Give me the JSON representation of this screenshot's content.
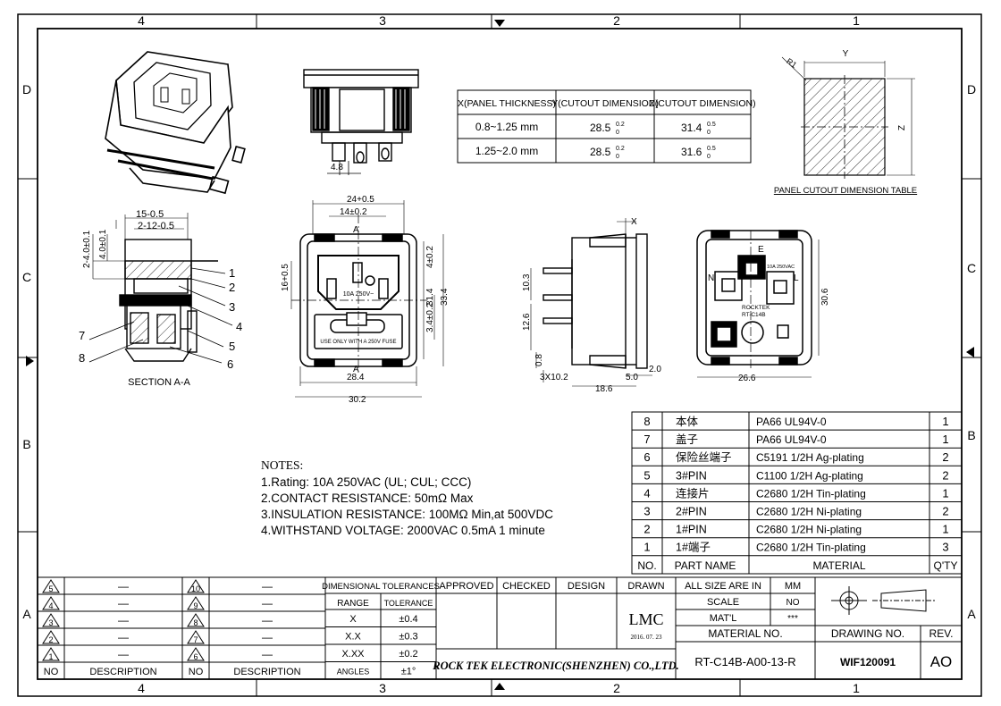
{
  "zones": {
    "top": [
      "4",
      "3",
      "2",
      "1"
    ],
    "bottom": [
      "4",
      "3",
      "2",
      "1"
    ],
    "left": [
      "D",
      "C",
      "B",
      "A"
    ],
    "right": [
      "D",
      "C",
      "B",
      "A"
    ]
  },
  "panel_table": {
    "headers": [
      "X(PANEL THICKNESS)",
      "Y(CUTOUT DIMENSION)",
      "Z(CUTOUT DIMENSION)"
    ],
    "rows": [
      {
        "x": "0.8~1.25 mm",
        "y": "28.5",
        "y_tol_up": "0.2",
        "y_tol_dn": "0",
        "z": "31.4",
        "z_tol_up": "0.5",
        "z_tol_dn": "0"
      },
      {
        "x": "1.25~2.0 mm",
        "y": "28.5",
        "y_tol_up": "0.2",
        "y_tol_dn": "0",
        "z": "31.6",
        "z_tol_up": "0.5",
        "z_tol_dn": "0"
      }
    ],
    "caption": "PANEL CUTOUT DIMENSION TABLE",
    "cutout_labels": {
      "radius": "R1",
      "y": "Y",
      "z": "Z"
    }
  },
  "views": {
    "top_view": {
      "dim": "4.8"
    },
    "section": {
      "title": "SECTION A-A",
      "dims": [
        "15-0.5",
        "2-12-0.5",
        "2-4.0±0.1",
        "4.0±0.1"
      ],
      "callouts": [
        "1",
        "2",
        "3",
        "4",
        "5",
        "6",
        "7",
        "8"
      ]
    },
    "front": {
      "dims": [
        "24+0.5",
        "14±0.2",
        "16+0.5",
        "4±0.2",
        "31.4",
        "33.4",
        "3.4±0.2",
        "28.4",
        "30.2"
      ],
      "section_mark": "A",
      "rating_label": "10A 250V~",
      "fuse_label": "USE ONLY WITH A 250V FUSE"
    },
    "side": {
      "dims": [
        "X",
        "10.3",
        "12.6",
        "0.8",
        "3X10.2",
        "18.6",
        "5.0",
        "2.0"
      ]
    },
    "rear": {
      "dims": [
        "30.6",
        "26.6"
      ],
      "labels": [
        "E",
        "N",
        "L",
        "ROCKTEK",
        "RT-C14B",
        "10A 250VAC"
      ]
    }
  },
  "notes": {
    "title": "NOTES:",
    "items": [
      "1.Rating: 10A 250VAC (UL; CUL; CCC)",
      "2.CONTACT RESISTANCE: 50mΩ  Max",
      "3.INSULATION RESISTANCE: 100MΩ  Min,at 500VDC",
      "4.WITHSTAND VOLTAGE: 2000VAC 0.5mA 1 minute"
    ]
  },
  "bom": {
    "rows": [
      {
        "no": "8",
        "name": "本体",
        "material": "PA66  UL94V-0",
        "qty": "1"
      },
      {
        "no": "7",
        "name": "盖子",
        "material": "PA66  UL94V-0",
        "qty": "1"
      },
      {
        "no": "6",
        "name": "保险丝端子",
        "material": "C5191 1/2H Ag-plating",
        "qty": "2"
      },
      {
        "no": "5",
        "name": "3#PIN",
        "material": "C1100 1/2H Ag-plating",
        "qty": "2"
      },
      {
        "no": "4",
        "name": "连接片",
        "material": "C2680 1/2H Tin-plating",
        "qty": "1"
      },
      {
        "no": "3",
        "name": "2#PIN",
        "material": "C2680 1/2H Ni-plating",
        "qty": "2"
      },
      {
        "no": "2",
        "name": "1#PIN",
        "material": "C2680 1/2H Ni-plating",
        "qty": "1"
      },
      {
        "no": "1",
        "name": "1#端子",
        "material": "C2680 1/2H Tin-plating",
        "qty": "3"
      }
    ],
    "header": {
      "no": "NO.",
      "name": "PART NAME",
      "material": "MATERIAL",
      "qty": "Q'TY"
    }
  },
  "revisions": {
    "left": [
      "5",
      "4",
      "3",
      "2",
      "1"
    ],
    "right": [
      "10",
      "9",
      "8",
      "7",
      "6"
    ],
    "mark": "—",
    "col_no": "NO",
    "col_desc": "DESCRIPTION"
  },
  "tolerances": {
    "title": "DIMENSIONAL TOLERANCES",
    "col_range": "RANGE",
    "col_tol": "TOLERANCE",
    "rows": [
      [
        "X",
        "±0.4"
      ],
      [
        "X.X",
        "±0.3"
      ],
      [
        "X.XX",
        "±0.2"
      ],
      [
        "ANGLES",
        "±1°"
      ]
    ]
  },
  "title_block": {
    "approved": "APPROVED",
    "checked": "CHECKED",
    "design": "DESIGN",
    "drawn": "DRAWN",
    "drawer": "LMC",
    "date": "2016. 07. 23",
    "size_label": "ALL SIZE ARE IN",
    "size_value": "MM",
    "scale_label": "SCALE",
    "scale_value": "NO",
    "matl_label": "MAT'L",
    "matl_value": "***",
    "material_no_label": "MATERIAL NO.",
    "material_no": "RT-C14B-A00-13-R",
    "drawing_no_label": "DRAWING NO.",
    "drawing_no": "WIF120091",
    "rev_label": "REV.",
    "rev": "AO",
    "company": "ROCK TEK ELECTRONIC(SHENZHEN) CO.,LTD."
  }
}
